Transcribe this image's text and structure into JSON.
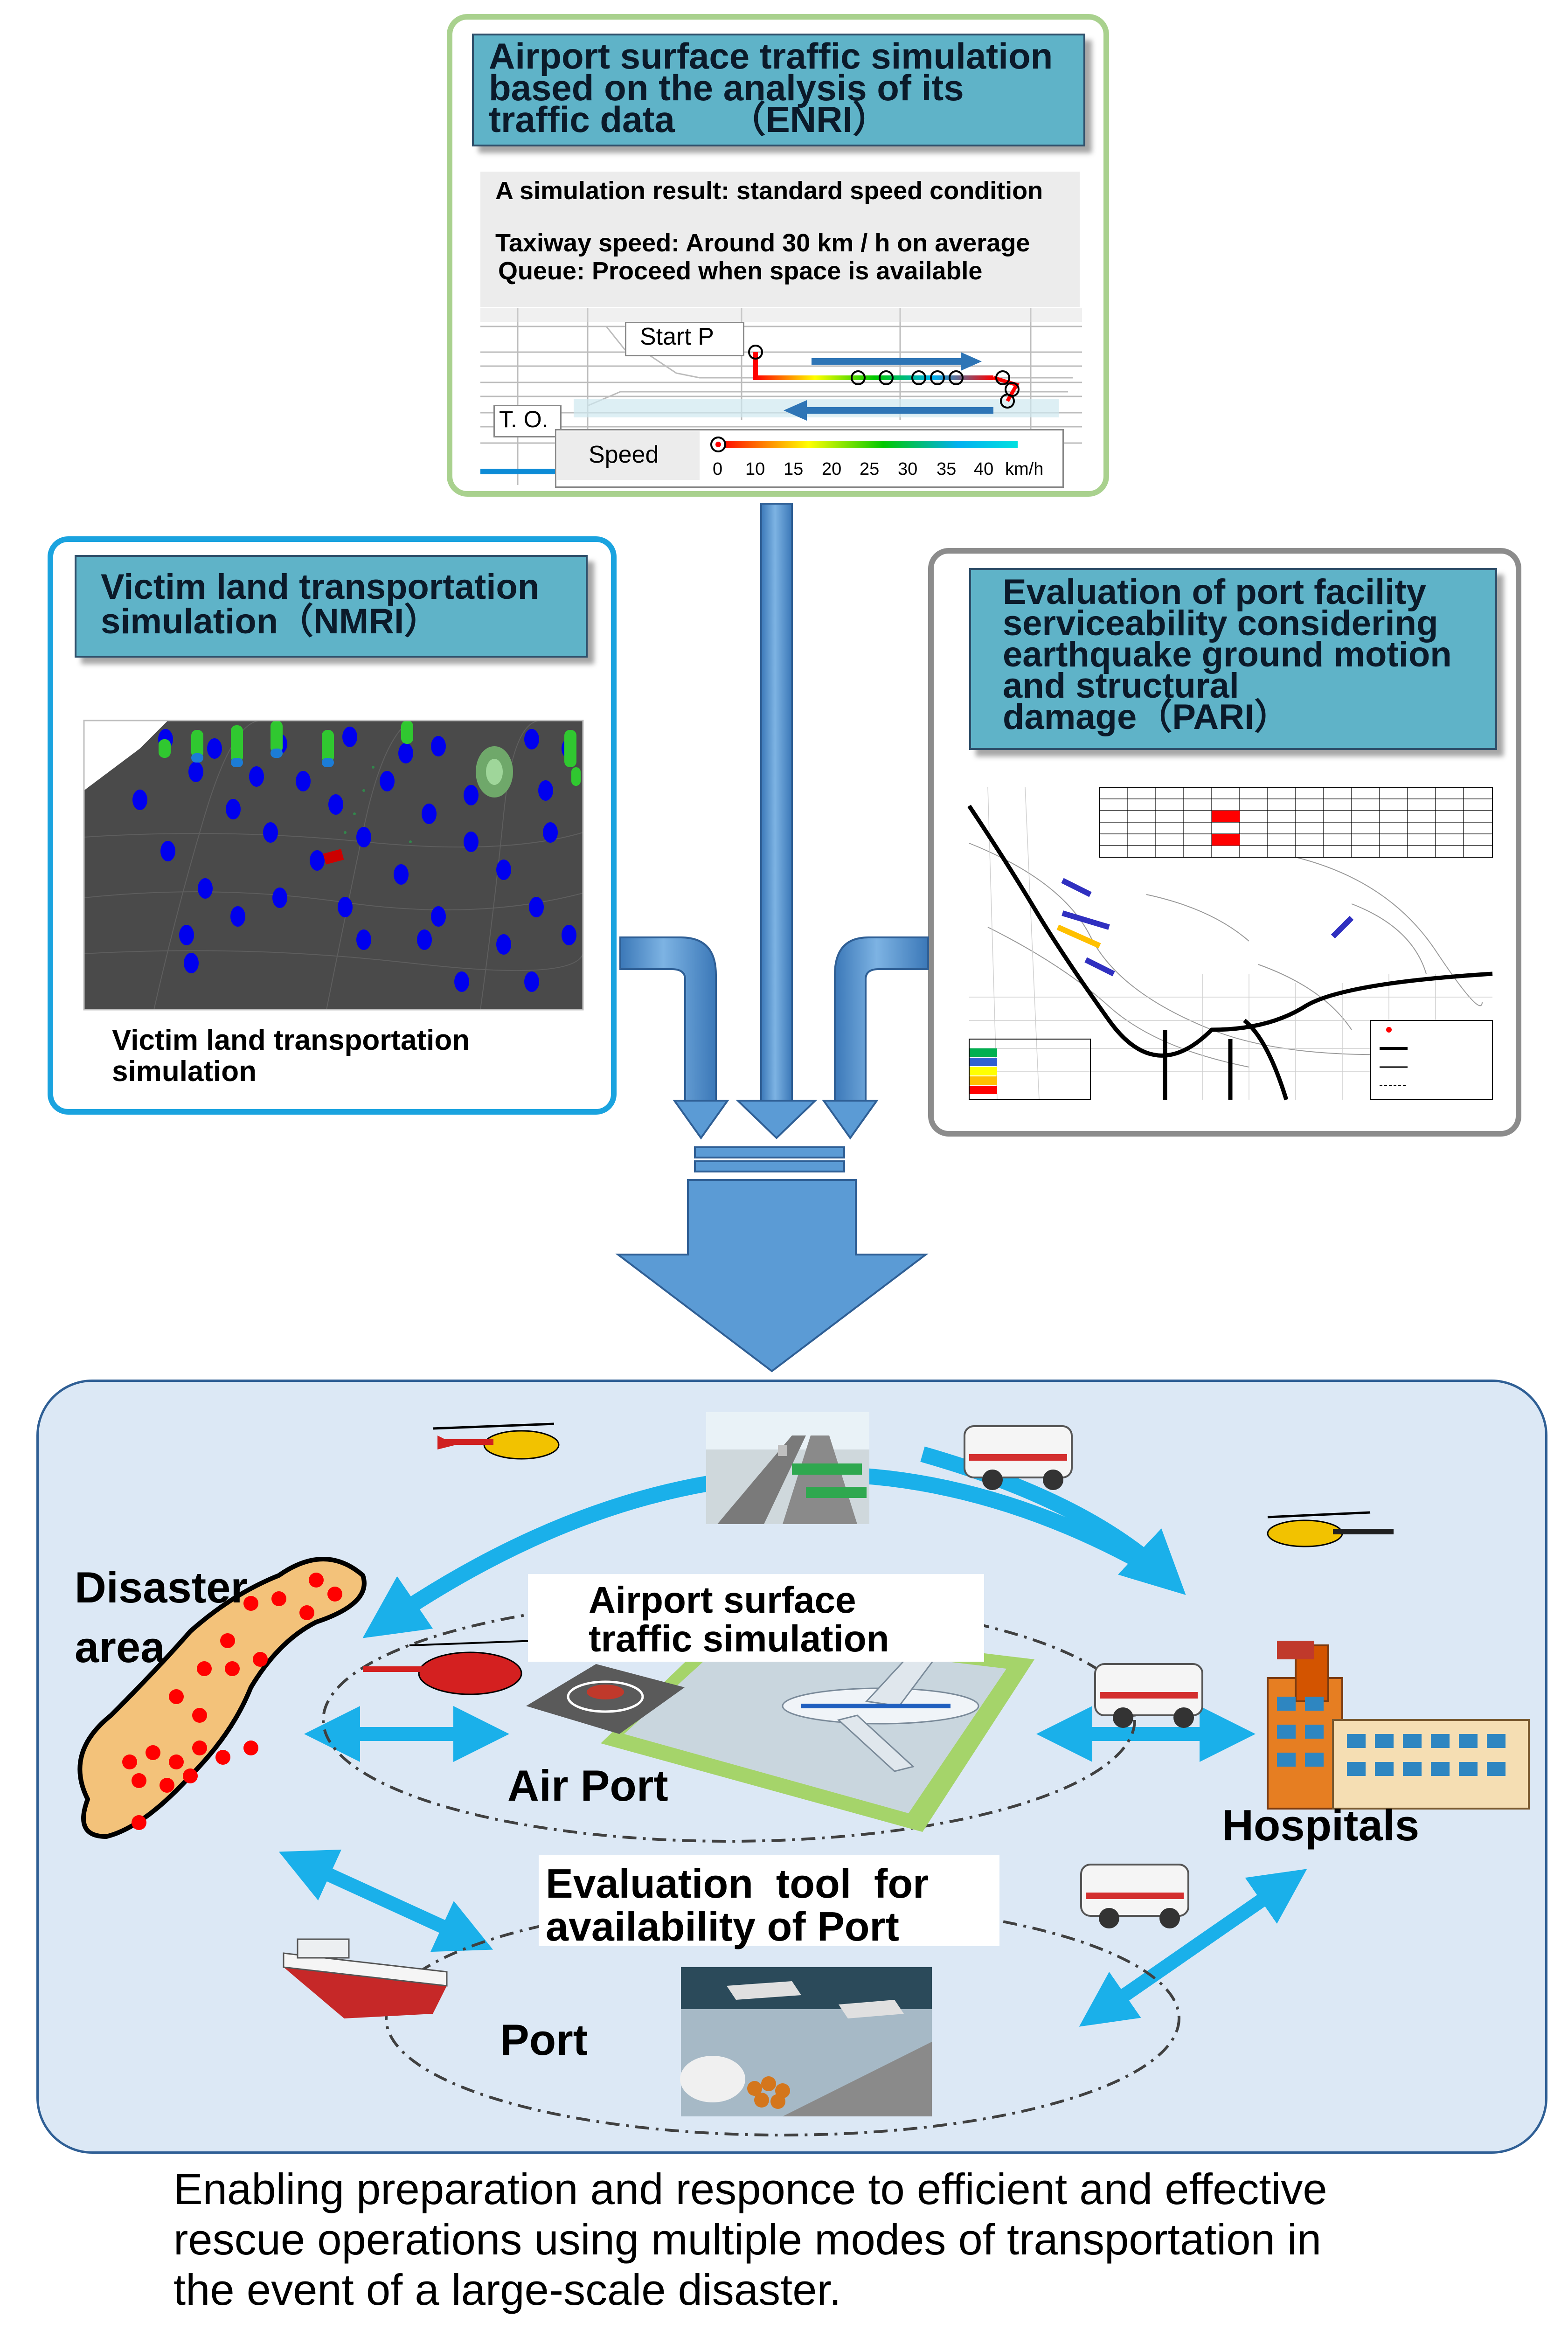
{
  "enri": {
    "title_lines": [
      "Airport surface traffic simulation",
      "based on the analysis of its",
      "traffic data　　（ENRI）"
    ],
    "result": "A simulation result: standard speed condition",
    "taxiway": "Taxiway speed: Around 30 km / h on average",
    "queue": "Queue: Proceed when space is available",
    "start_label": "Start P",
    "to_label": "T. O.",
    "speed_label": "Speed",
    "speed_ticks": [
      "0",
      "10",
      "15",
      "20",
      "25",
      "30",
      "35",
      "40"
    ],
    "speed_unit": "km/h"
  },
  "nmri": {
    "title_lines": [
      "Victim land transportation",
      "simulation（NMRI）"
    ],
    "caption_lines": [
      "Victim land transportation",
      "simulation"
    ]
  },
  "pari": {
    "title_lines": [
      "Evaluation of port facility",
      "serviceability considering",
      "earthquake ground motion",
      "and structural",
      "damage（PARI）"
    ]
  },
  "network": {
    "disaster_area": [
      "Disaster",
      "area"
    ],
    "airport_sim": [
      "Airport surface",
      "traffic simulation"
    ],
    "air_port": "Air Port",
    "hospitals": "Hospitals",
    "eval_tool": [
      "Evaluation  tool  for",
      "availability of Port"
    ],
    "port": "Port"
  },
  "footer": [
    "Enabling preparation and responce to efficient and effective",
    "rescue operations using multiple modes of transportation in",
    "the event of a large-scale disaster."
  ],
  "colors": {
    "enri_border": "#a9d18e",
    "nmri_border": "#1aa3df",
    "pari_border": "#8c8c8c",
    "title_fill": "#5fb3c8",
    "arrow_blue": "#5b9bd5",
    "network_bg": "#dce8f5",
    "cyan_arrow": "#1ab0ea"
  }
}
